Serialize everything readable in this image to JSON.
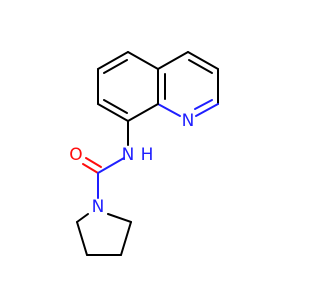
{
  "molecule": {
    "atoms": {
      "quinoline_n": {
        "symbol": "N",
        "color": "#1f1fff"
      },
      "amide_n": {
        "symbol": "N",
        "color": "#1f1fff"
      },
      "amide_h": {
        "symbol": "H",
        "color": "#1f1fff"
      },
      "carbonyl_o": {
        "symbol": "O",
        "color": "#ff0d0d"
      },
      "pyrrolidine_n": {
        "symbol": "N",
        "color": "#1f1fff"
      }
    }
  }
}
